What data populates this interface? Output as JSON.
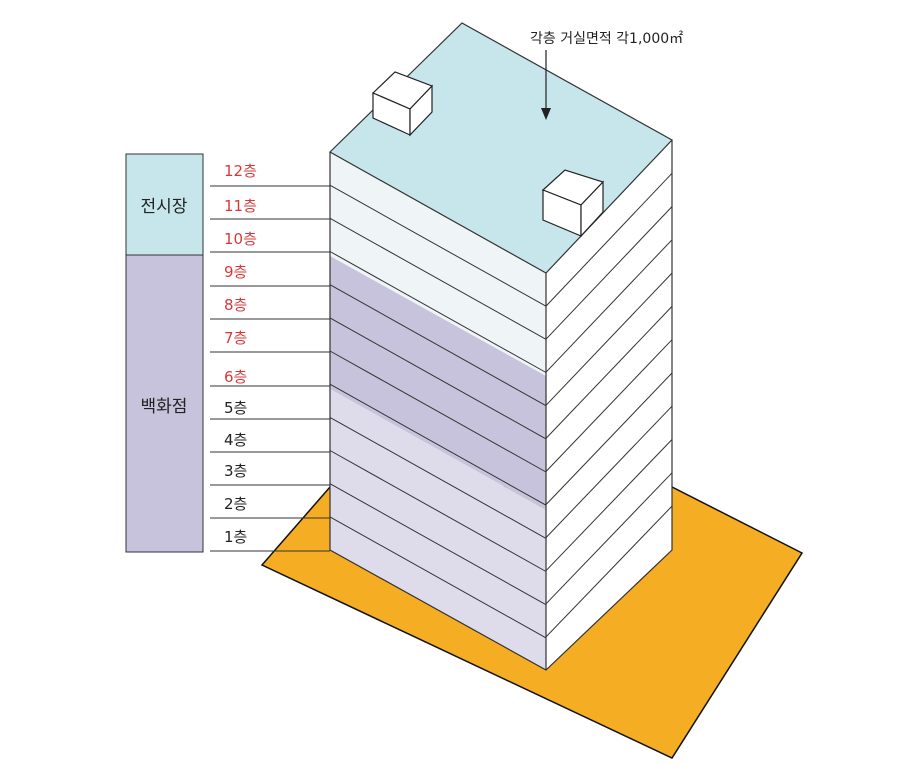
{
  "annotation": "각층 거실면적 각1,000㎡",
  "zones": [
    {
      "label": "전시장",
      "floors": [
        10,
        12
      ],
      "color": "#c6e6eb"
    },
    {
      "label": "백화점",
      "floors": [
        1,
        9
      ],
      "color": "#c7c3dc"
    }
  ],
  "floors": [
    {
      "label": "12층",
      "highlight": true
    },
    {
      "label": "11층",
      "highlight": true
    },
    {
      "label": "10층",
      "highlight": true
    },
    {
      "label": "9층",
      "highlight": true
    },
    {
      "label": "8층",
      "highlight": true
    },
    {
      "label": "7층",
      "highlight": true
    },
    {
      "label": "6층",
      "highlight": true
    },
    {
      "label": "5층",
      "highlight": false
    },
    {
      "label": "4층",
      "highlight": false
    },
    {
      "label": "3층",
      "highlight": false
    },
    {
      "label": "2층",
      "highlight": false
    },
    {
      "label": "1층",
      "highlight": false
    }
  ],
  "colors": {
    "highlight_text": "#d9383a",
    "normal_text": "#222222",
    "roof": "#c6e6eb",
    "upper_band": "#eff4f6",
    "mid_band": "#c7c3dc",
    "low_band": "#dedbeb",
    "right_face": "#ffffff",
    "ground": "#f5ad24",
    "zone_top": "#c6e6eb",
    "zone_bottom": "#c7c3dc"
  }
}
